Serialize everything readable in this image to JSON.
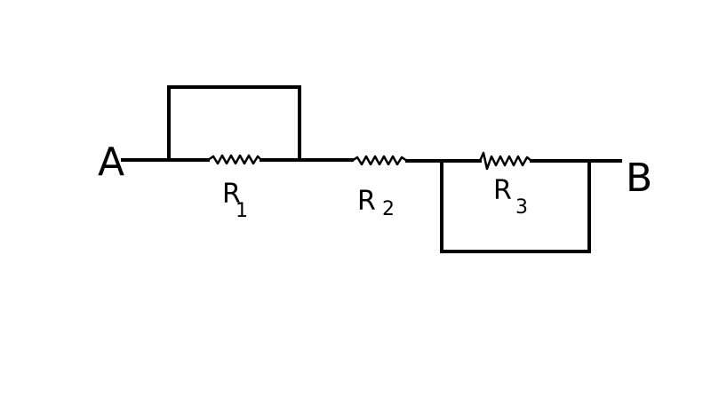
{
  "terminals": {
    "left": "A",
    "right": "B"
  },
  "resistors": [
    {
      "letter": "R",
      "subscript": "1"
    },
    {
      "letter": "R",
      "subscript": "2"
    },
    {
      "letter": "R",
      "subscript": "3"
    }
  ]
}
